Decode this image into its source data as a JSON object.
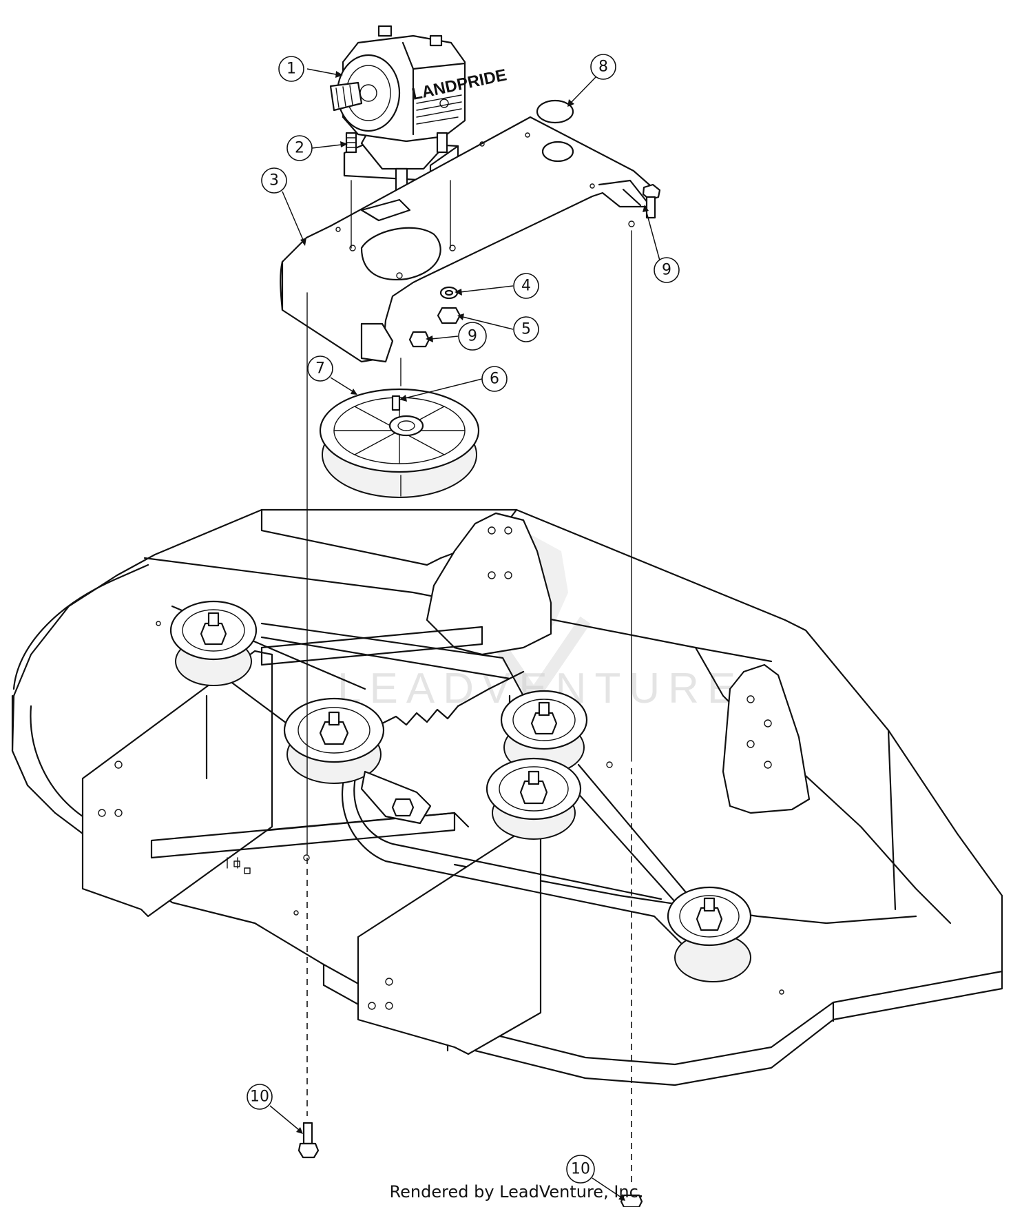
{
  "diagram": {
    "brand_on_gearbox": "LANDPRIDE",
    "watermark": "LEADVENTURE",
    "footer_text": "Rendered by LeadVenture, Inc.",
    "callouts": [
      {
        "id": "c1",
        "label": "1"
      },
      {
        "id": "c2",
        "label": "2"
      },
      {
        "id": "c3",
        "label": "3"
      },
      {
        "id": "c4",
        "label": "4"
      },
      {
        "id": "c5",
        "label": "5"
      },
      {
        "id": "c6",
        "label": "6"
      },
      {
        "id": "c7",
        "label": "7"
      },
      {
        "id": "c8",
        "label": "8"
      },
      {
        "id": "c9a",
        "label": "9"
      },
      {
        "id": "c9b",
        "label": "9"
      },
      {
        "id": "c10a",
        "label": "10"
      },
      {
        "id": "c10b",
        "label": "10"
      }
    ]
  }
}
